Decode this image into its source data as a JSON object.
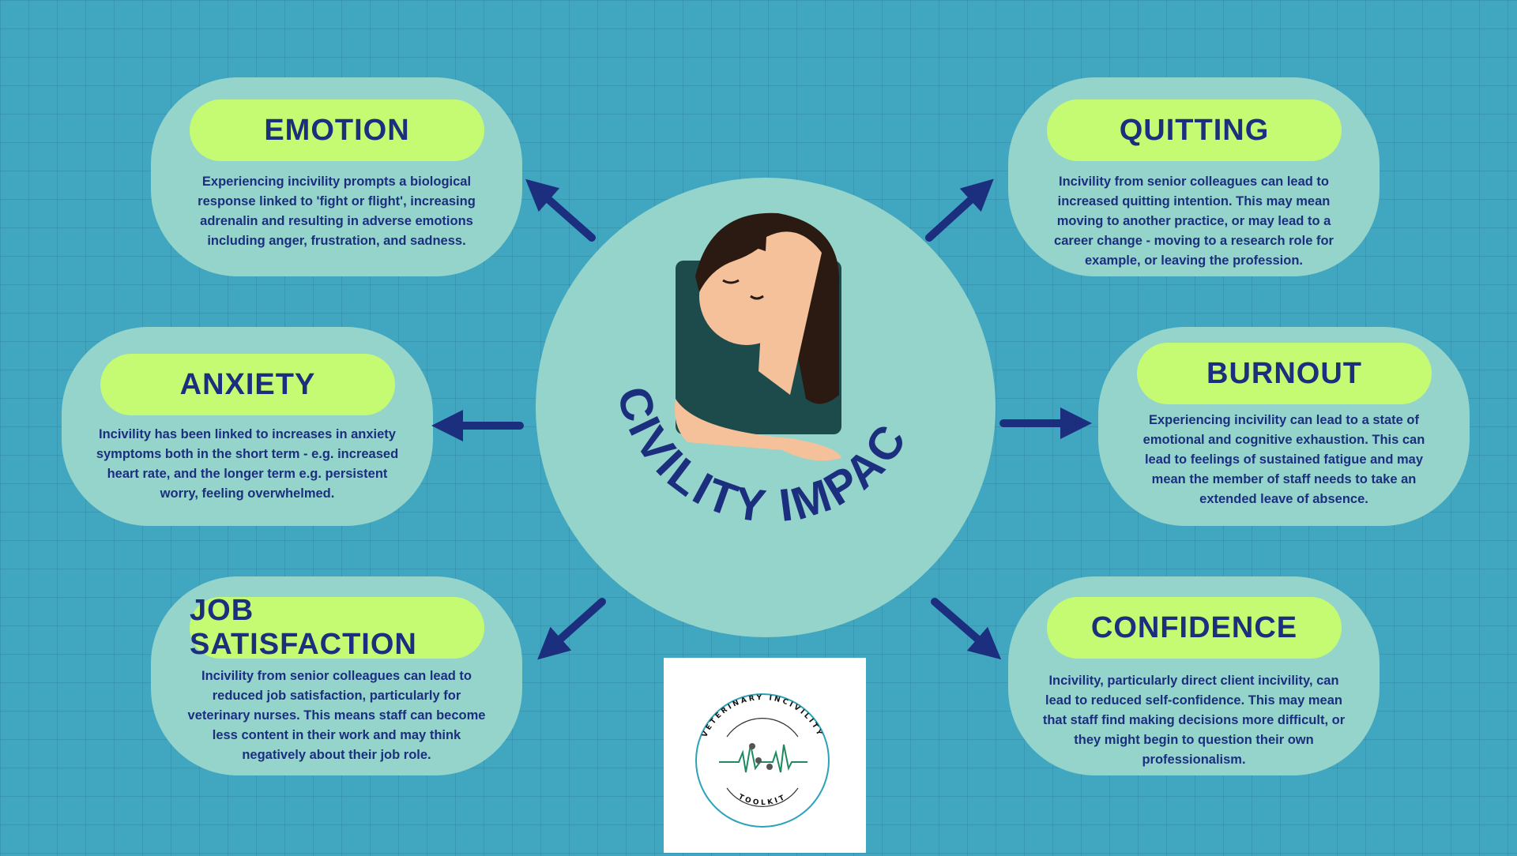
{
  "center": {
    "title": "INCIVILITY IMPACT"
  },
  "cards": [
    {
      "title": "EMOTION",
      "text": "Experiencing incivility prompts a biological response linked to 'fight or flight', increasing adrenalin and resulting in adverse emotions including anger, frustration, and sadness."
    },
    {
      "title": "QUITTING",
      "text": "Incivility from senior colleagues can lead to increased quitting intention. This may mean moving to another practice, or may lead to a career change - moving to a research role for example, or leaving the profession."
    },
    {
      "title": "ANXIETY",
      "text": "Incivility has been linked to increases in anxiety symptoms both in the short term - e.g. increased heart rate, and the longer term e.g. persistent worry, feeling overwhelmed."
    },
    {
      "title": "BURNOUT",
      "text": "Experiencing incivility can lead to a state of emotional and cognitive exhaustion. This can lead to feelings of sustained fatigue and may mean the member of staff needs to take an extended leave of absence."
    },
    {
      "title": "JOB SATISFACTION",
      "text": "Incivility from senior colleagues can lead to reduced job satisfaction, particularly for veterinary nurses. This means staff can become less content in their work and may think negatively about their job role."
    },
    {
      "title": "CONFIDENCE",
      "text": "Incivility, particularly direct client incivility, can lead to reduced self-confidence. This may mean that staff find making decisions more difficult, or they might begin to question their own professionalism."
    }
  ],
  "logo": {
    "top_text": "VETERINARY INCIVILITY",
    "bottom_text": "TOOLKIT"
  },
  "colors": {
    "background": "#41a6bf",
    "card": "#95d4cb",
    "pill": "#c4fb72",
    "navy": "#1b2f7e"
  }
}
